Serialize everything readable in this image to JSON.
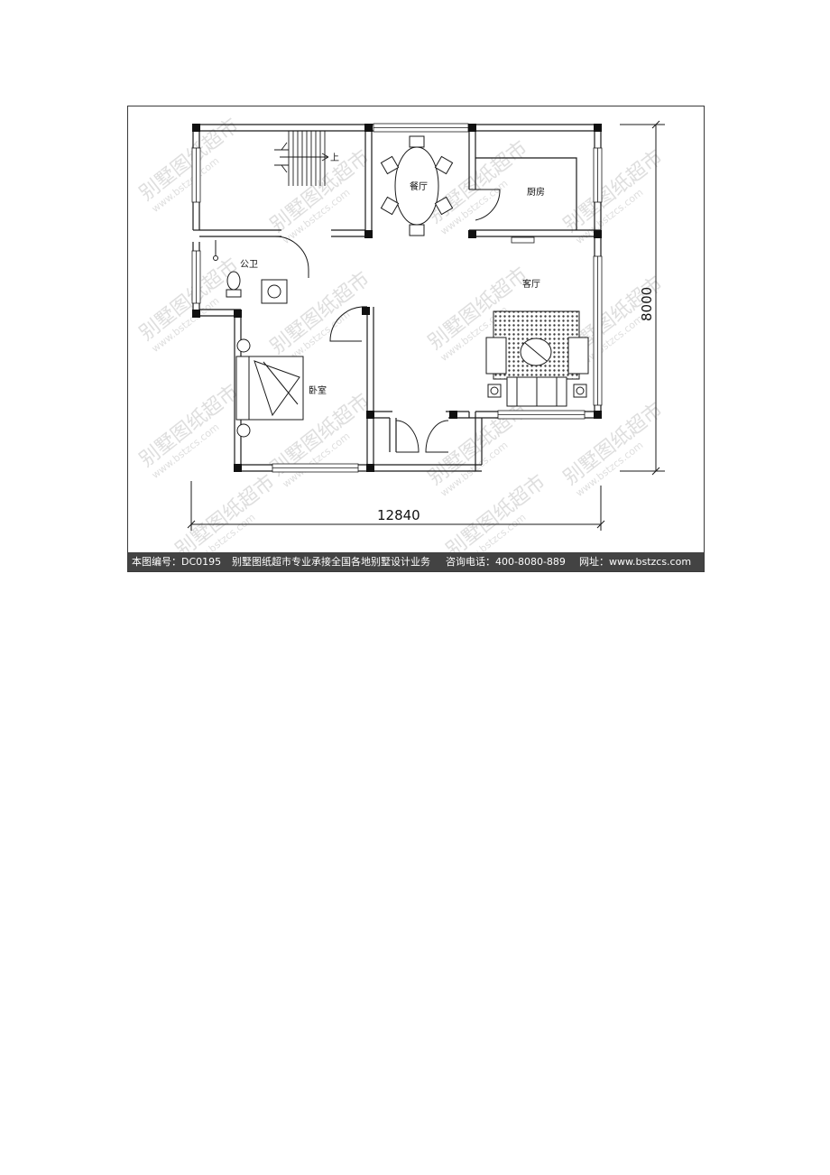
{
  "rooms": {
    "dining": "餐厅",
    "kitchen": "厨房",
    "bathroom": "公卫",
    "living": "客厅",
    "bedroom": "卧室",
    "stair_up": "上"
  },
  "dimensions": {
    "width": "12840",
    "depth": "8000"
  },
  "watermark": {
    "brand": "别墅图纸超市",
    "site": "www.bstzcs.com"
  },
  "footer": {
    "code": "本图编号：DC0195",
    "slogan": "别墅图纸超市专业承接全国各地别墅设计业务",
    "phone": "咨询电话：400-8080-889",
    "url": "网址：www.bstzcs.com"
  },
  "colors": {
    "wall": "#1a1a1a",
    "footer_bg": "#434343",
    "rug": "#9a9a9a"
  }
}
